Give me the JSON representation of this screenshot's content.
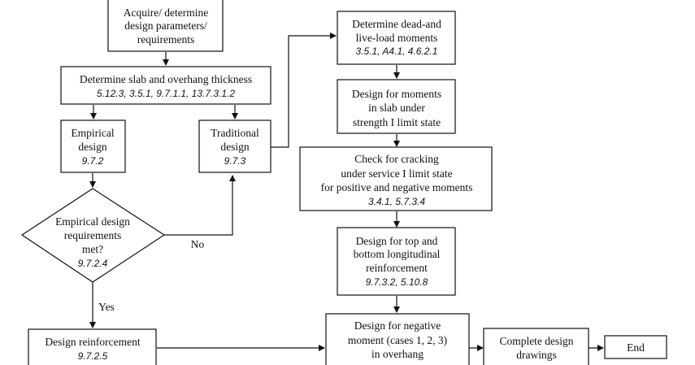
{
  "nodes": {
    "acquire": {
      "lines": [
        "Acquire/ determine",
        "design parameters/",
        "requirements"
      ]
    },
    "thickness": {
      "lines": [
        "Determine slab and overhang thickness"
      ],
      "ref": "5.12.3, 3.5.1, 9.7.1.1, 13.7.3.1.2"
    },
    "empirical": {
      "lines": [
        "Empirical",
        "design"
      ],
      "ref": "9.7.2"
    },
    "traditional": {
      "lines": [
        "Traditional",
        "design"
      ],
      "ref": "9.7.3"
    },
    "decision": {
      "lines": [
        "Empirical design",
        "requirements",
        "met?"
      ],
      "ref": "9.7.2.4"
    },
    "reinforcement": {
      "lines": [
        "Design reinforcement"
      ],
      "ref": "9.7.2.5"
    },
    "dead_live": {
      "lines": [
        "Determine dead-and",
        "live-load moments"
      ],
      "ref": "3.5.1, A4.1, 4.6.2.1"
    },
    "strength": {
      "lines": [
        "Design for moments",
        "in slab under",
        "strength I limit state"
      ]
    },
    "cracking": {
      "lines": [
        "Check for cracking",
        "under service I limit state",
        "for positive and negative moments"
      ],
      "ref": "3.4.1, 5.7.3.4"
    },
    "longitudinal": {
      "lines": [
        "Design for top and",
        "bottom longitudinal",
        "reinforcement"
      ],
      "ref": "9.7.3.2, 5.10.8"
    },
    "negative": {
      "lines": [
        "Design for negative",
        "moment (cases 1, 2, 3)",
        "in overhang"
      ]
    },
    "drawings": {
      "lines": [
        "Complete design",
        "drawings"
      ]
    },
    "end": {
      "lines": [
        "End"
      ]
    }
  },
  "edge_labels": {
    "no": "No",
    "yes": "Yes"
  }
}
